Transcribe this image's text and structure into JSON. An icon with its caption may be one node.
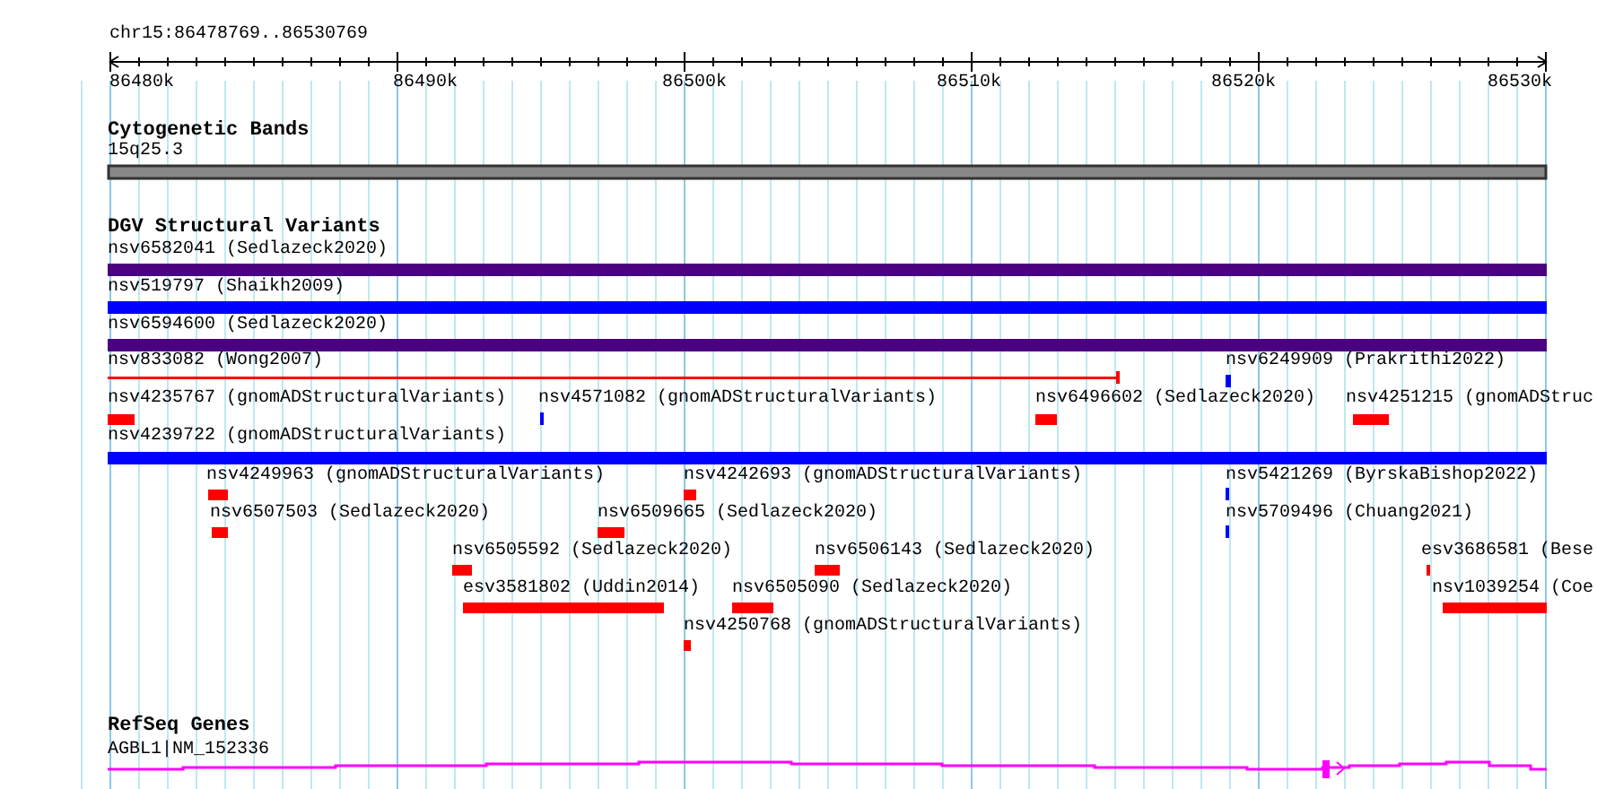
{
  "diagram": {
    "labels": [
      "chr15:86478769..86530769",
      "86480k",
      "86490k",
      "86500k",
      "86510k",
      "86520k",
      "86530k",
      "Cytogenetic Bands",
      "15q25.3",
      "DGV Structural Variants",
      "nsv6582041 (Sedlazeck2020)",
      "nsv519797 (Shaikh2009)",
      "nsv6594600 (Sedlazeck2020)",
      "nsv833082 (Wong2007)",
      "nsv6249909 (Prakrithi2022)",
      "nsv4235767 (gnomADStructuralVariants)",
      "nsv4571082 (gnomADStructuralVariants)",
      "nsv6496602 (Sedlazeck2020)",
      "nsv4251215 (gnomADStruc",
      "nsv4239722 (gnomADStructuralVariants)",
      "nsv4249963 (gnomADStructuralVariants)",
      "nsv4242693 (gnomADStructuralVariants)",
      "nsv5421269 (ByrskaBishop2022)",
      "nsv6507503 (Sedlazeck2020)",
      "nsv6509665 (Sedlazeck2020)",
      "nsv5709496 (Chuang2021)",
      "nsv6505592 (Sedlazeck2020)",
      "nsv6506143 (Sedlazeck2020)",
      "esv3686581 (Bese",
      "esv3581802 (Uddin2014)",
      "nsv6505090 (Sedlazeck2020)",
      "nsv1039254 (Coe",
      "nsv4250768 (gnomADStructuralVariants)",
      "RefSeq Genes",
      "AGBL1|NM_152336"
    ]
  }
}
